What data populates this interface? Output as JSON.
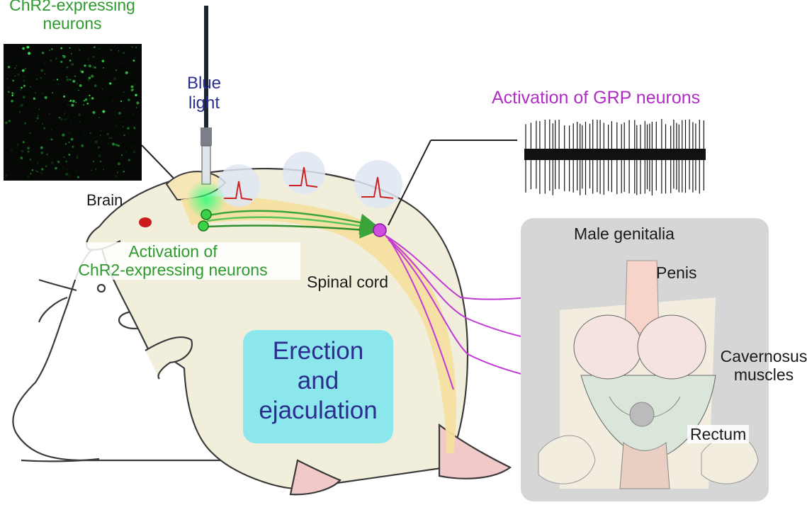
{
  "labels": {
    "chr2_neurons": "ChR2-expressing\nneurons",
    "blue_light": "Blue\nlight",
    "grp_activation": "Activation of GRP neurons",
    "brain": "Brain",
    "chr2_activation": "Activation of\nChR2-expressing neurons",
    "spinal_cord": "Spinal cord",
    "male_genitalia": "Male genitalia",
    "penis": "Penis",
    "cavernosus": "Cavernosus\nmuscles",
    "rectum": "Rectum",
    "erection": "Erection\nand\nejaculation"
  },
  "colors": {
    "chr2_green": "#2e9a2e",
    "grp_purple": "#b02cc4",
    "erection_box": "#7fe6ec",
    "rat_body": "#f1efdc",
    "spinal_cord": "#f6dfa0",
    "panel_gray": "#d6d6d6"
  },
  "icons": [
    "optic-fiber-icon",
    "action-potential-icon",
    "spike-train-icon",
    "micrograph-icon"
  ]
}
